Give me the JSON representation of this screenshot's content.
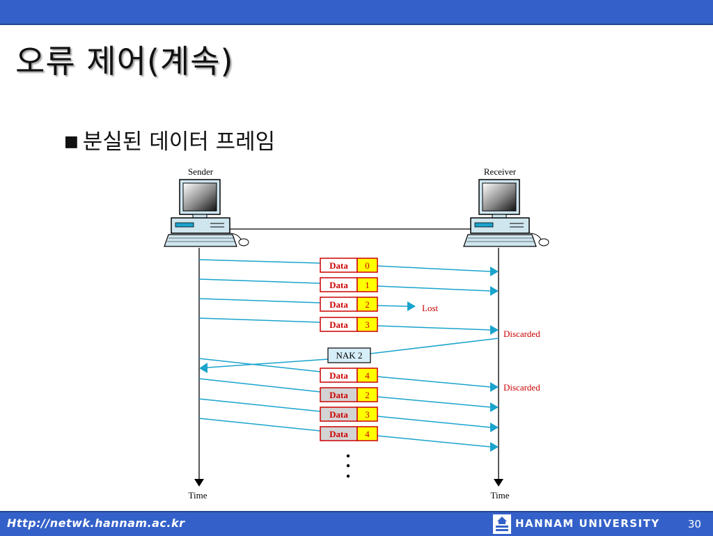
{
  "slide": {
    "title": "오류 제어(계속)",
    "bullet_mark": "■",
    "bullet_text": "분실된 데이터 프레임"
  },
  "diagram": {
    "sender_label": "Sender",
    "receiver_label": "Receiver",
    "time_label": "Time",
    "frame_word": "Data",
    "nak_label": "NAK 2",
    "lost_label": "Lost",
    "discarded_label": "Discarded",
    "colors": {
      "arrow": "#1aa3cc",
      "data_red": "#cc0000",
      "seq_yellow": "#ffff00",
      "nak_fill": "#d6eef8",
      "resend_fill": "#d3d3d3"
    },
    "frames": [
      {
        "seq": "0",
        "fate": "received"
      },
      {
        "seq": "1",
        "fate": "received"
      },
      {
        "seq": "2",
        "fate": "lost"
      },
      {
        "seq": "3",
        "fate": "discarded"
      },
      {
        "seq": "4",
        "fate": "discarded"
      },
      {
        "seq": "2",
        "fate": "received",
        "retransmitted": true
      },
      {
        "seq": "3",
        "fate": "received",
        "retransmitted": true
      },
      {
        "seq": "4",
        "fate": "received",
        "retransmitted": true
      }
    ]
  },
  "footer": {
    "url": "Http://netwk.hannam.ac.kr",
    "university": "HANNAM UNIVERSITY",
    "page": "30"
  }
}
